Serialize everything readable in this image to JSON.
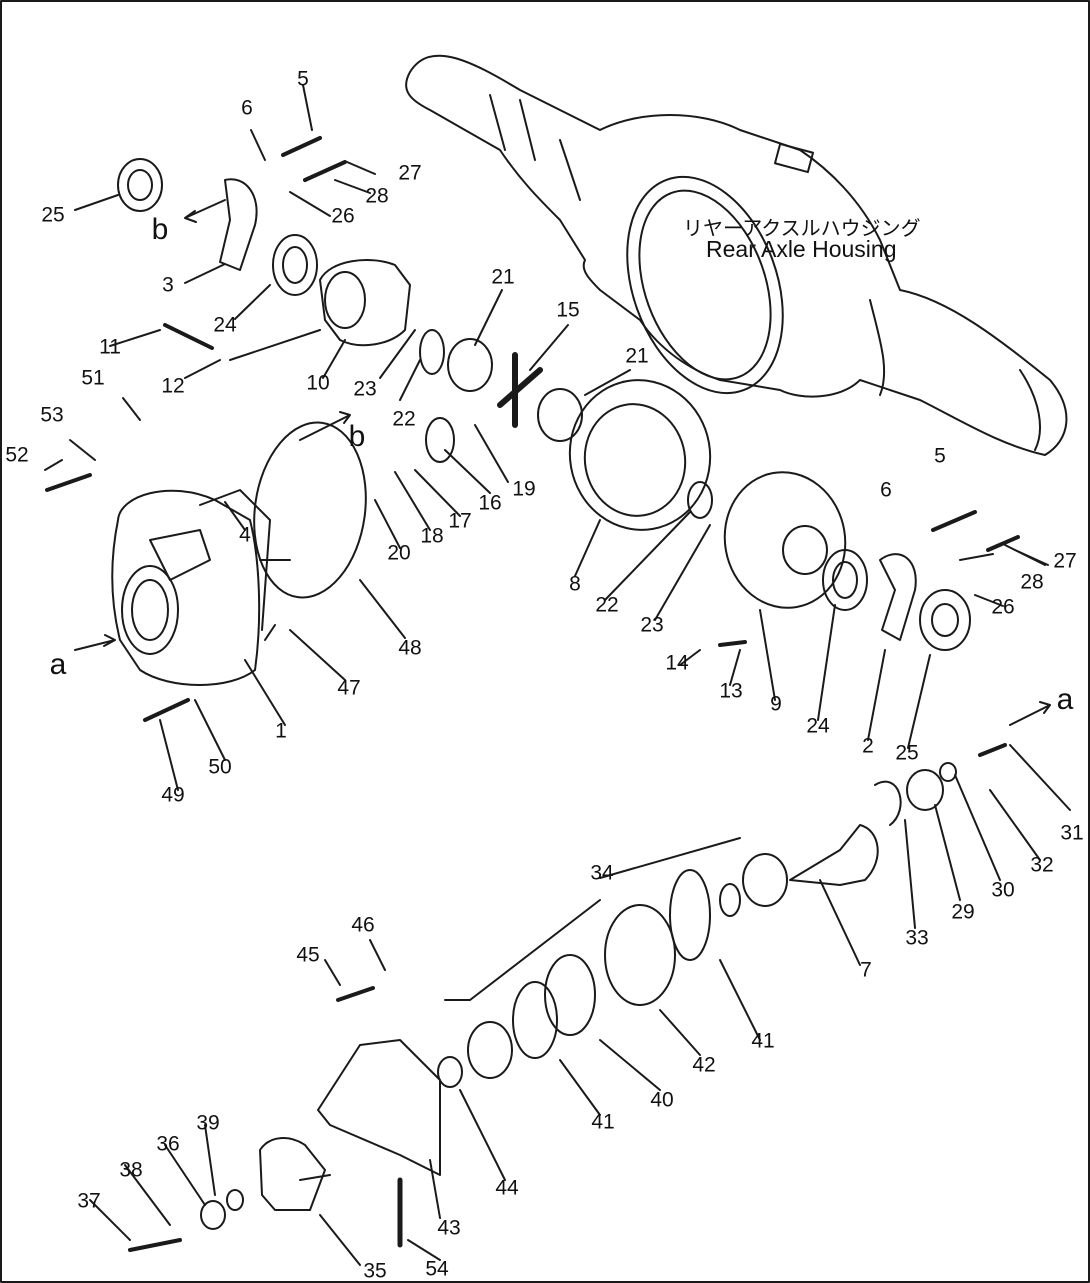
{
  "housing": {
    "title_ja": "リヤーアクスルハウジング",
    "title_en": "Rear Axle Housing"
  },
  "view_markers": [
    "a",
    "b"
  ],
  "part_numbers": [
    "1",
    "2",
    "3",
    "4",
    "5",
    "6",
    "7",
    "8",
    "9",
    "10",
    "11",
    "12",
    "13",
    "14",
    "15",
    "16",
    "17",
    "18",
    "19",
    "20",
    "21",
    "22",
    "23",
    "24",
    "25",
    "26",
    "27",
    "28",
    "29",
    "30",
    "31",
    "32",
    "33",
    "34",
    "35",
    "36",
    "37",
    "38",
    "39",
    "40",
    "41",
    "42",
    "43",
    "44",
    "45",
    "46",
    "47",
    "48",
    "49",
    "50",
    "51",
    "52",
    "53",
    "54"
  ],
  "colors": {
    "line": "#1a1a1a",
    "paper": "#ffffff"
  }
}
